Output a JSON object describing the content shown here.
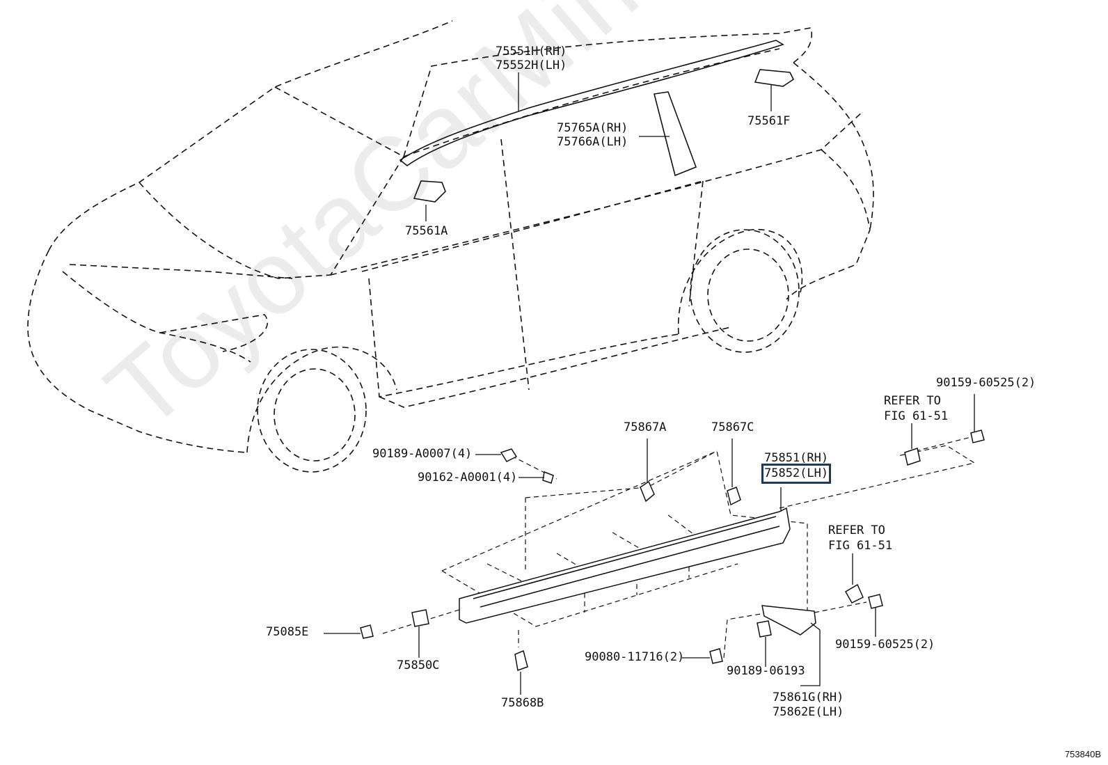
{
  "watermark": "ToyotaCarMine.ru",
  "figure_id": "753840B",
  "labels": {
    "p75551H": "75551H(RH)",
    "p75552H": "75552H(LH)",
    "p75765A": "75765A(RH)",
    "p75766A": "75766A(LH)",
    "p75561F": "75561F",
    "p75561A": "75561A",
    "p90159_top": "90159-60525(2)",
    "refer_top_1": "REFER TO",
    "refer_top_2": "FIG 61-51",
    "p75867A": "75867A",
    "p75867C": "75867C",
    "p75851": "75851(RH)",
    "p75852": "75852(LH)",
    "p90189A": "90189-A0007(4)",
    "p90162": "90162-A0001(4)",
    "refer_bot_1": "REFER TO",
    "refer_bot_2": "FIG 61-51",
    "p90159_bot": "90159-60525(2)",
    "p75085E": "75085E",
    "p75850C": "75850C",
    "p90080": "90080-11716(2)",
    "p90189_06193": "90189-06193",
    "p75868B": "75868B",
    "p75861G": "75861G(RH)",
    "p75862E": "75862E(LH)"
  }
}
